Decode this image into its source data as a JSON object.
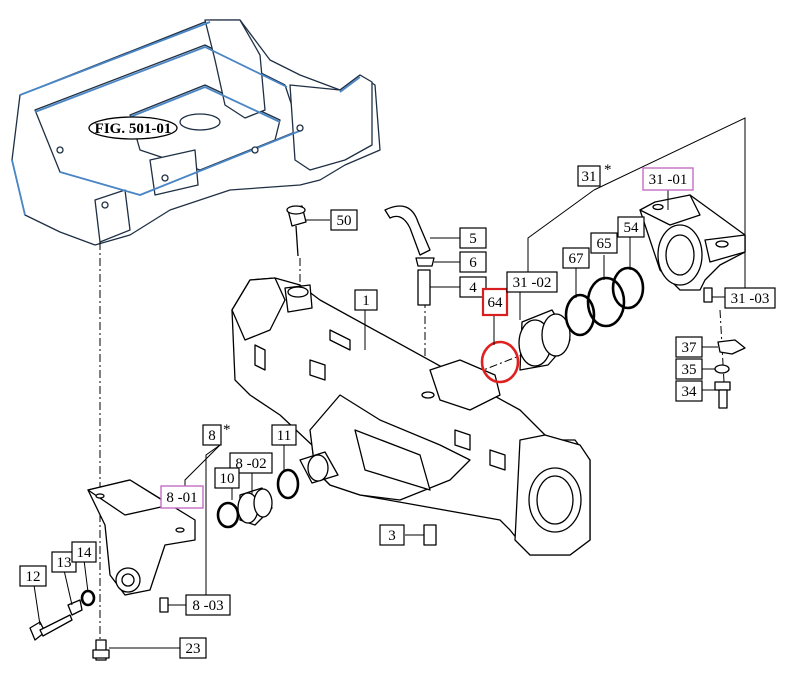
{
  "figure": {
    "title": "FIG. 501-01"
  },
  "colors": {
    "frame_outline": "#4a86c5",
    "highlight_box": "#d81e1e",
    "subassembly_box": "#c36fc3"
  },
  "callouts": {
    "c1": "1",
    "c3": "3",
    "c4": "4",
    "c5": "5",
    "c6": "6",
    "c8": "8",
    "c8_star": "*",
    "c8_01": "8 -01",
    "c8_02": "8 -02",
    "c8_03": "8 -03",
    "c10": "10",
    "c11": "11",
    "c12": "12",
    "c13": "13",
    "c14": "14",
    "c23": "23",
    "c31": "31",
    "c31_star": "*",
    "c31_01": "31 -01",
    "c31_02": "31 -02",
    "c31_03": "31 -03",
    "c34": "34",
    "c35": "35",
    "c37": "37",
    "c50": "50",
    "c54": "54",
    "c64": "64",
    "c65": "65",
    "c67": "67"
  }
}
